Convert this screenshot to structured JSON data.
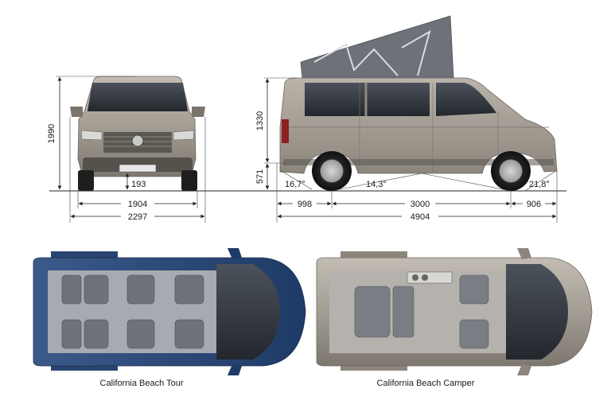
{
  "front_view": {
    "height": "1990",
    "ground_clearance": "193",
    "track_width": "1904",
    "total_width": "2297"
  },
  "side_view": {
    "roof_height": "1330",
    "floor_height": "571",
    "approach_angle": "16,7°",
    "ramp_angle": "14,3°",
    "departure_angle": "21,8°",
    "front_overhang": "998",
    "wheelbase": "3000",
    "rear_overhang": "906",
    "total_length": "4904"
  },
  "plans": {
    "tour_label": "California Beach Tour",
    "camper_label": "California Beach Camper"
  },
  "colors": {
    "silver_body": "#9a948c",
    "blue_body": "#2c4a78",
    "glass": "#3a3f47",
    "popup_roof": "#6c7278"
  }
}
